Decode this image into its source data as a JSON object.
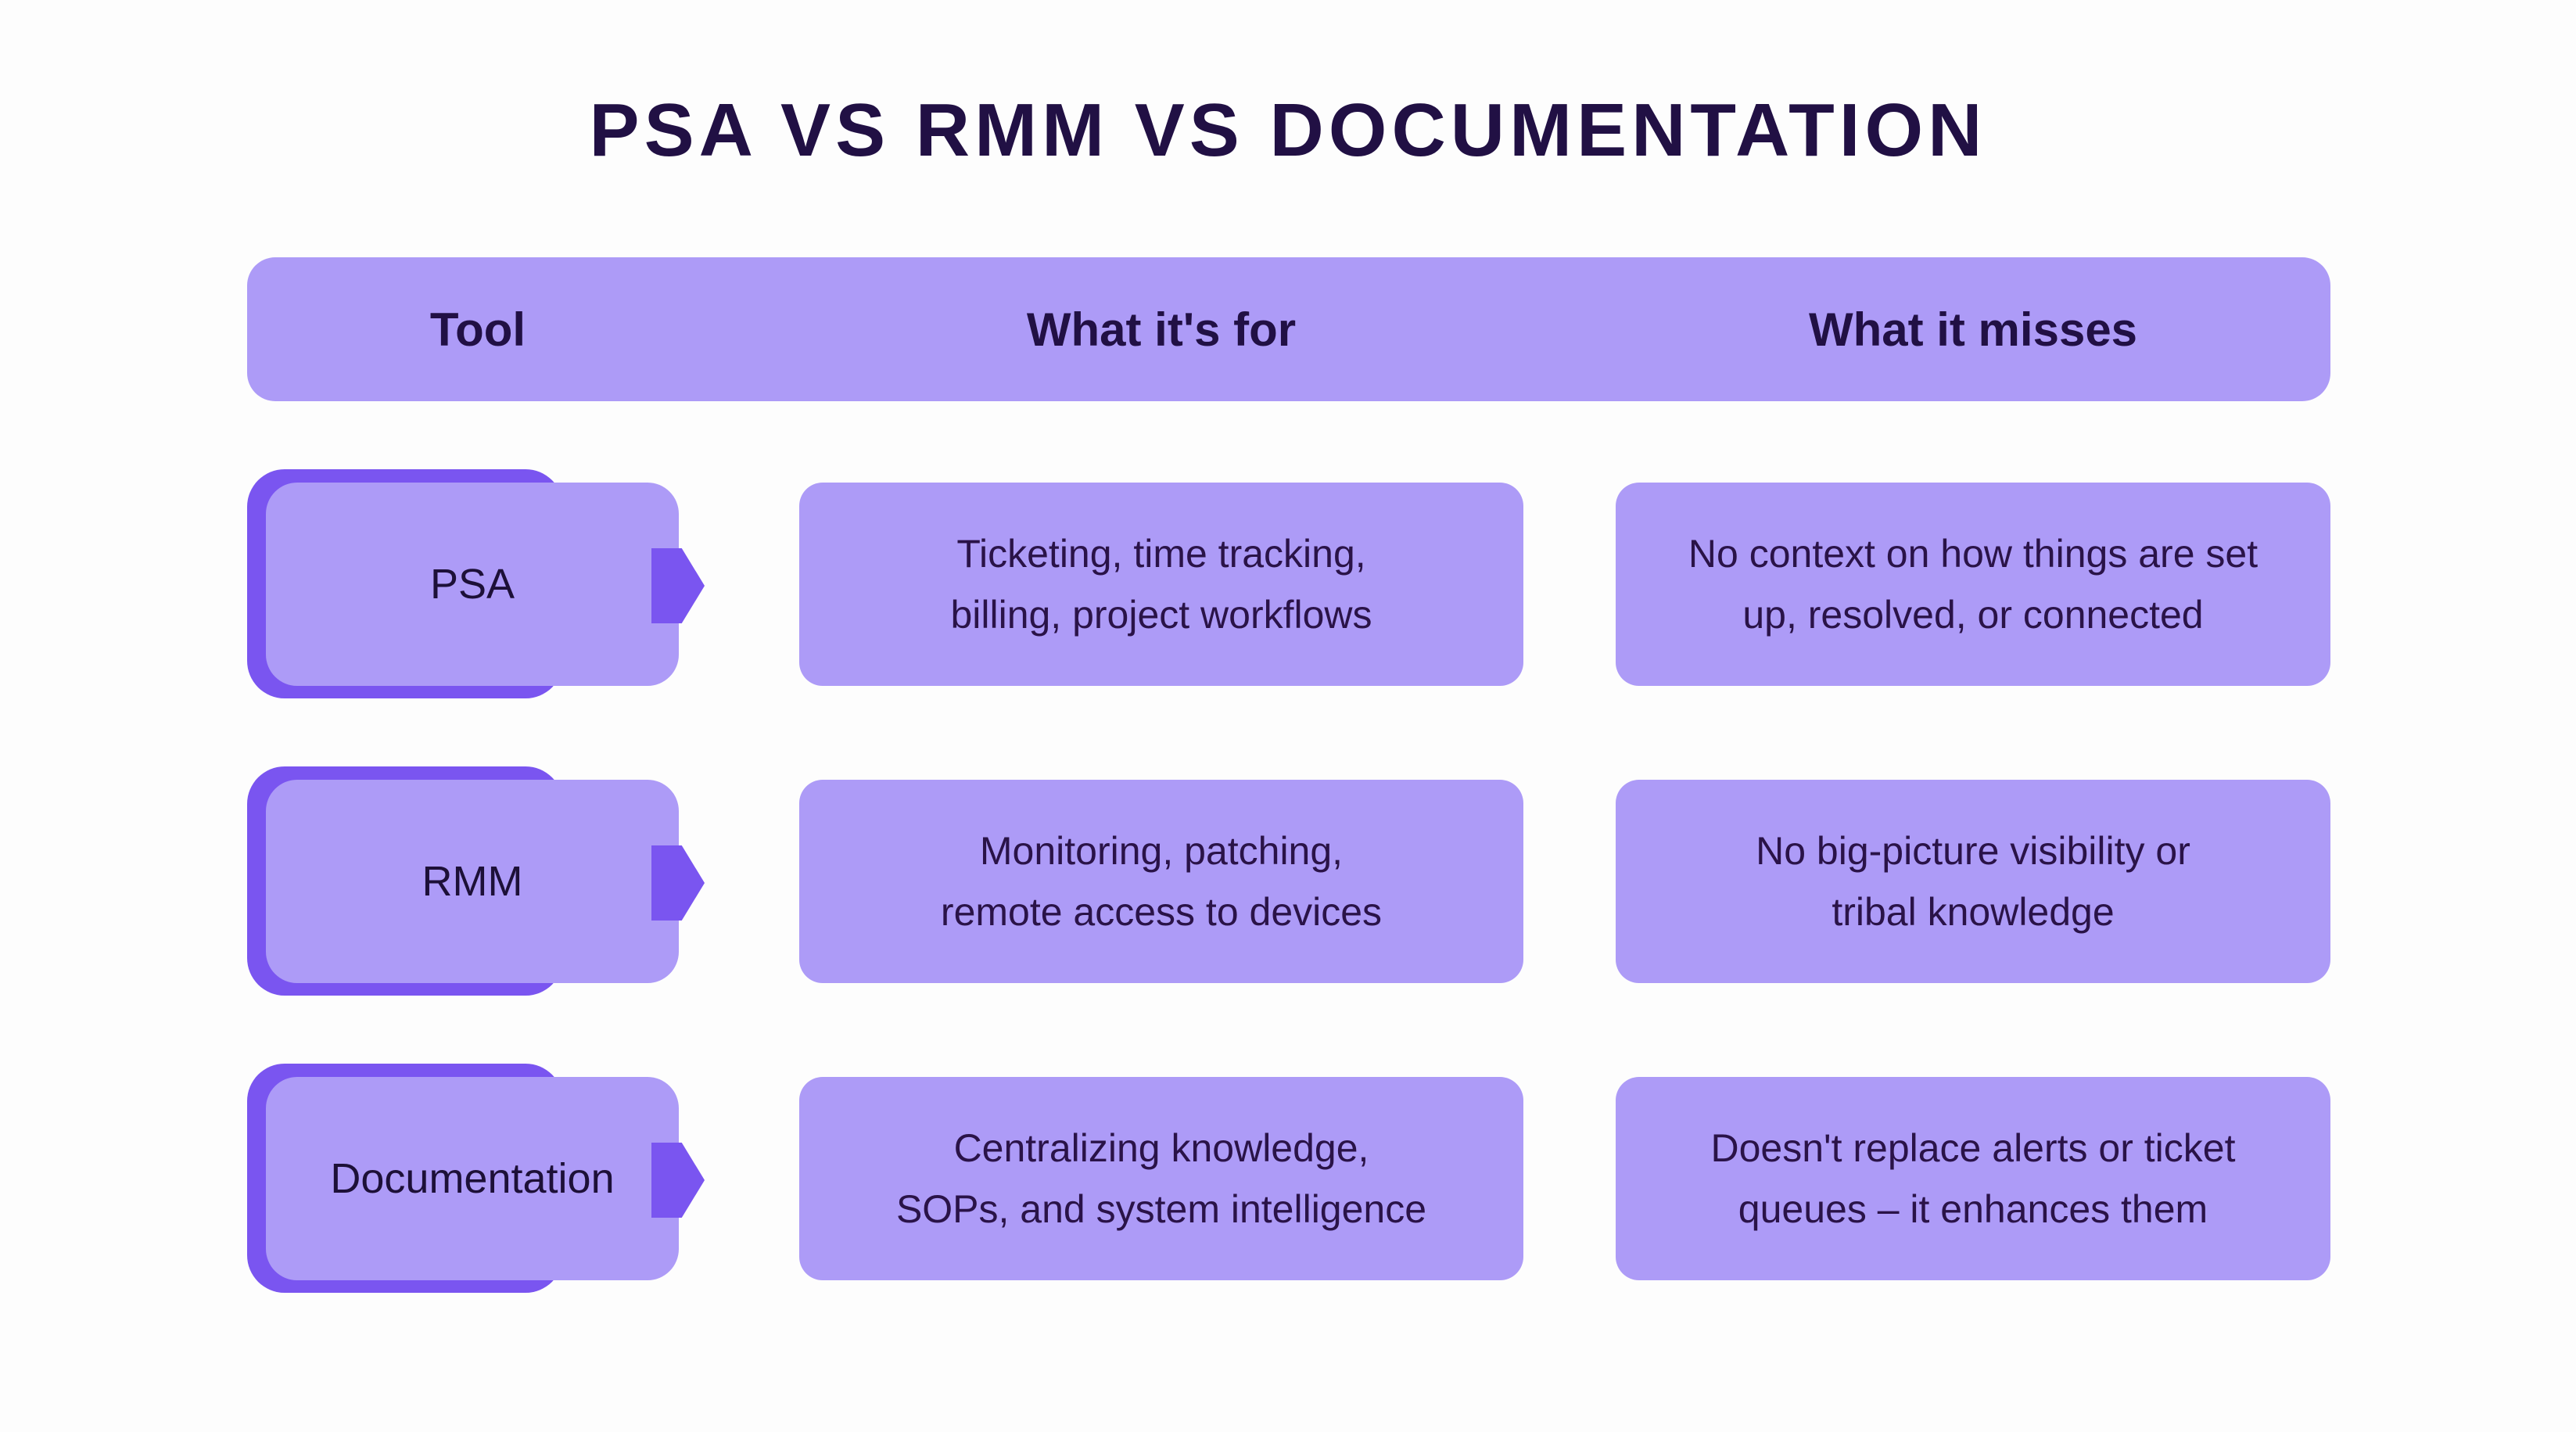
{
  "title": "PSA VS RMM VS DOCUMENTATION",
  "colors": {
    "background": "#fdfdfd",
    "accent_light_purple": "#ad9bf7",
    "accent_dark_purple": "#7a55f0",
    "title_text": "#211044",
    "body_text": "#2a1348"
  },
  "table": {
    "headers": {
      "tool": "Tool",
      "for": "What it's for",
      "misses": "What it misses"
    },
    "rows": [
      {
        "tool": "PSA",
        "for_line1": "Ticketing, time tracking,",
        "for_line2": "billing, project workflows",
        "misses_line1": "No context on how things are set",
        "misses_line2": "up, resolved, or connected"
      },
      {
        "tool": "RMM",
        "for_line1": "Monitoring, patching,",
        "for_line2": "remote access to devices",
        "misses_line1": "No big-picture visibility or",
        "misses_line2": "tribal knowledge"
      },
      {
        "tool": "Documentation",
        "for_line1": "Centralizing knowledge,",
        "for_line2": "SOPs, and system intelligence",
        "misses_line1": "Doesn't replace alerts or ticket",
        "misses_line2": "queues – it enhances them"
      }
    ]
  }
}
